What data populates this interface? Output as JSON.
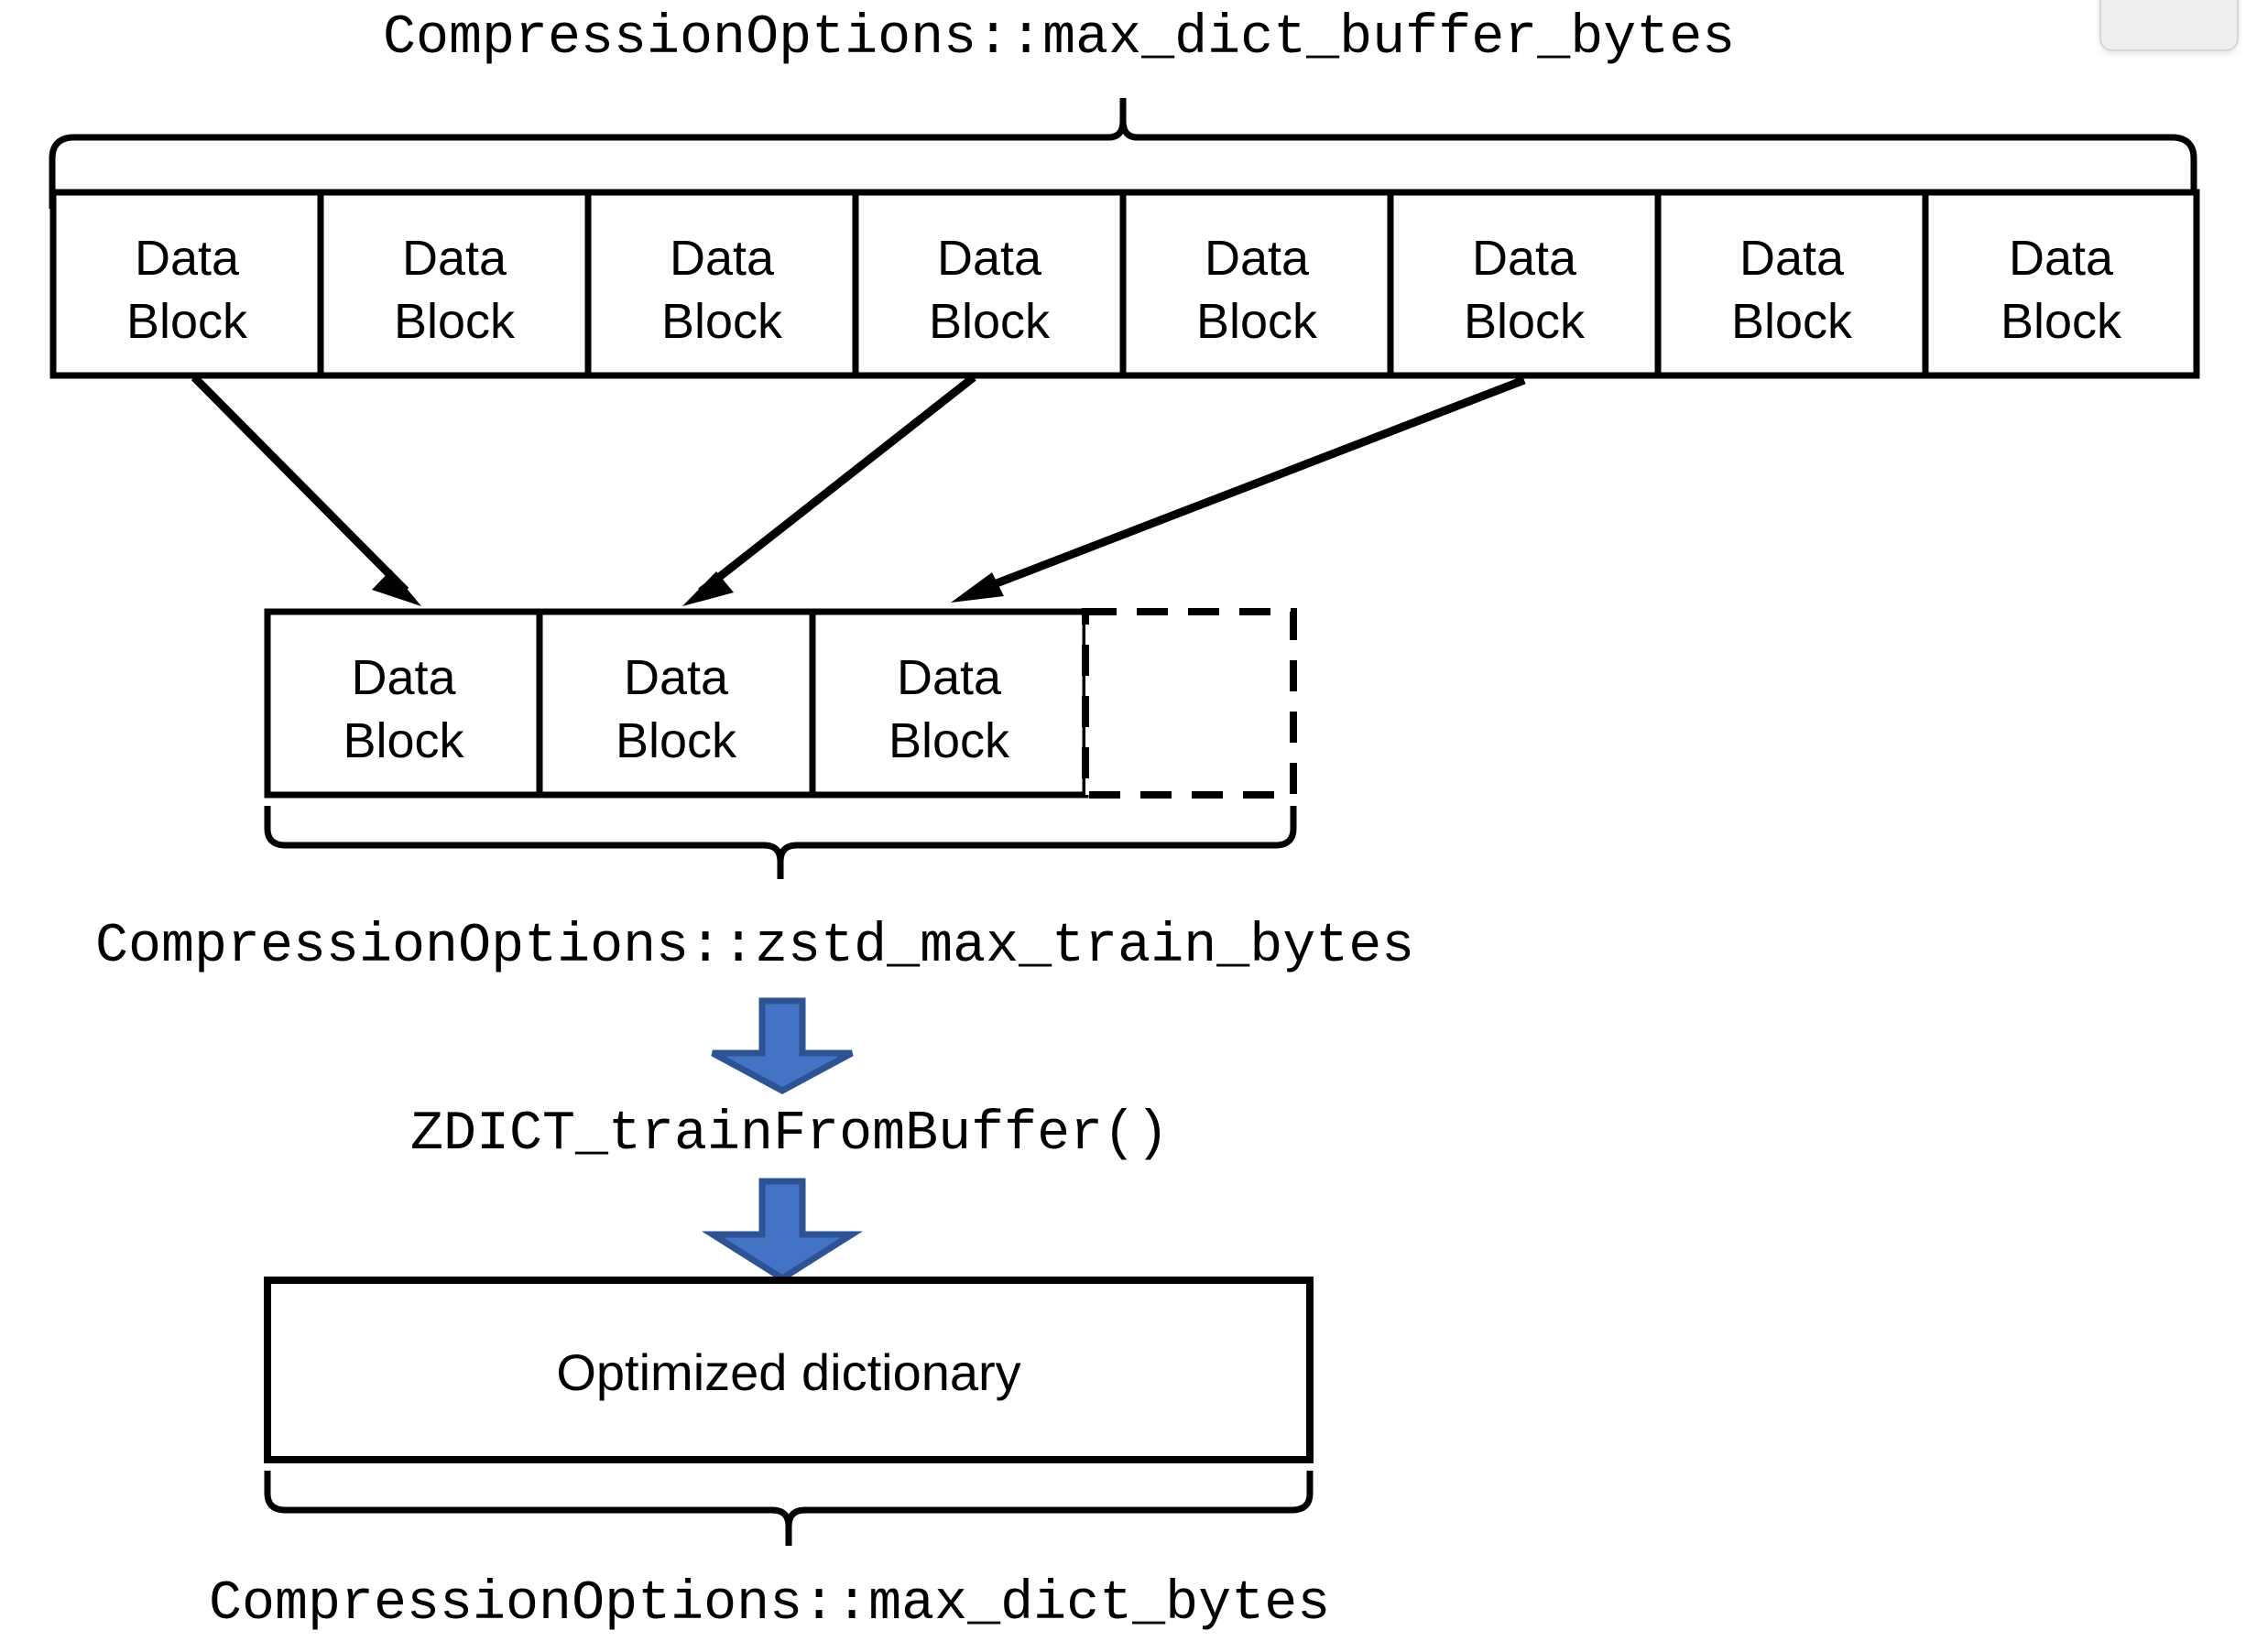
{
  "diagram": {
    "title_top": "CompressionOptions::max_dict_buffer_bytes",
    "label_middle": "CompressionOptions::zstd_max_train_bytes",
    "label_function": "ZDICT_trainFromBuffer()",
    "label_bottom": "CompressionOptions::max_dict_bytes",
    "dictionary_box_label": "Optimized dictionary",
    "block_label": "Data\nBlock",
    "colors": {
      "stroke": "#000000",
      "arrow_fill": "#4472C4",
      "arrow_stroke": "#2E5395",
      "background": "#FFFFFF"
    },
    "top_row": {
      "blocks": [
        {
          "label": "Data\nBlock"
        },
        {
          "label": "Data\nBlock"
        },
        {
          "label": "Data\nBlock"
        },
        {
          "label": "Data\nBlock"
        },
        {
          "label": "Data\nBlock"
        },
        {
          "label": "Data\nBlock"
        },
        {
          "label": "Data\nBlock"
        },
        {
          "label": "Data\nBlock"
        }
      ]
    },
    "middle_row": {
      "blocks": [
        {
          "label": "Data\nBlock",
          "style": "solid"
        },
        {
          "label": "Data\nBlock",
          "style": "solid"
        },
        {
          "label": "Data\nBlock",
          "style": "solid"
        },
        {
          "label": "",
          "style": "dashed"
        }
      ]
    },
    "arrows": {
      "sampling_arrow_count": 3,
      "flow_arrow_count": 2
    }
  }
}
